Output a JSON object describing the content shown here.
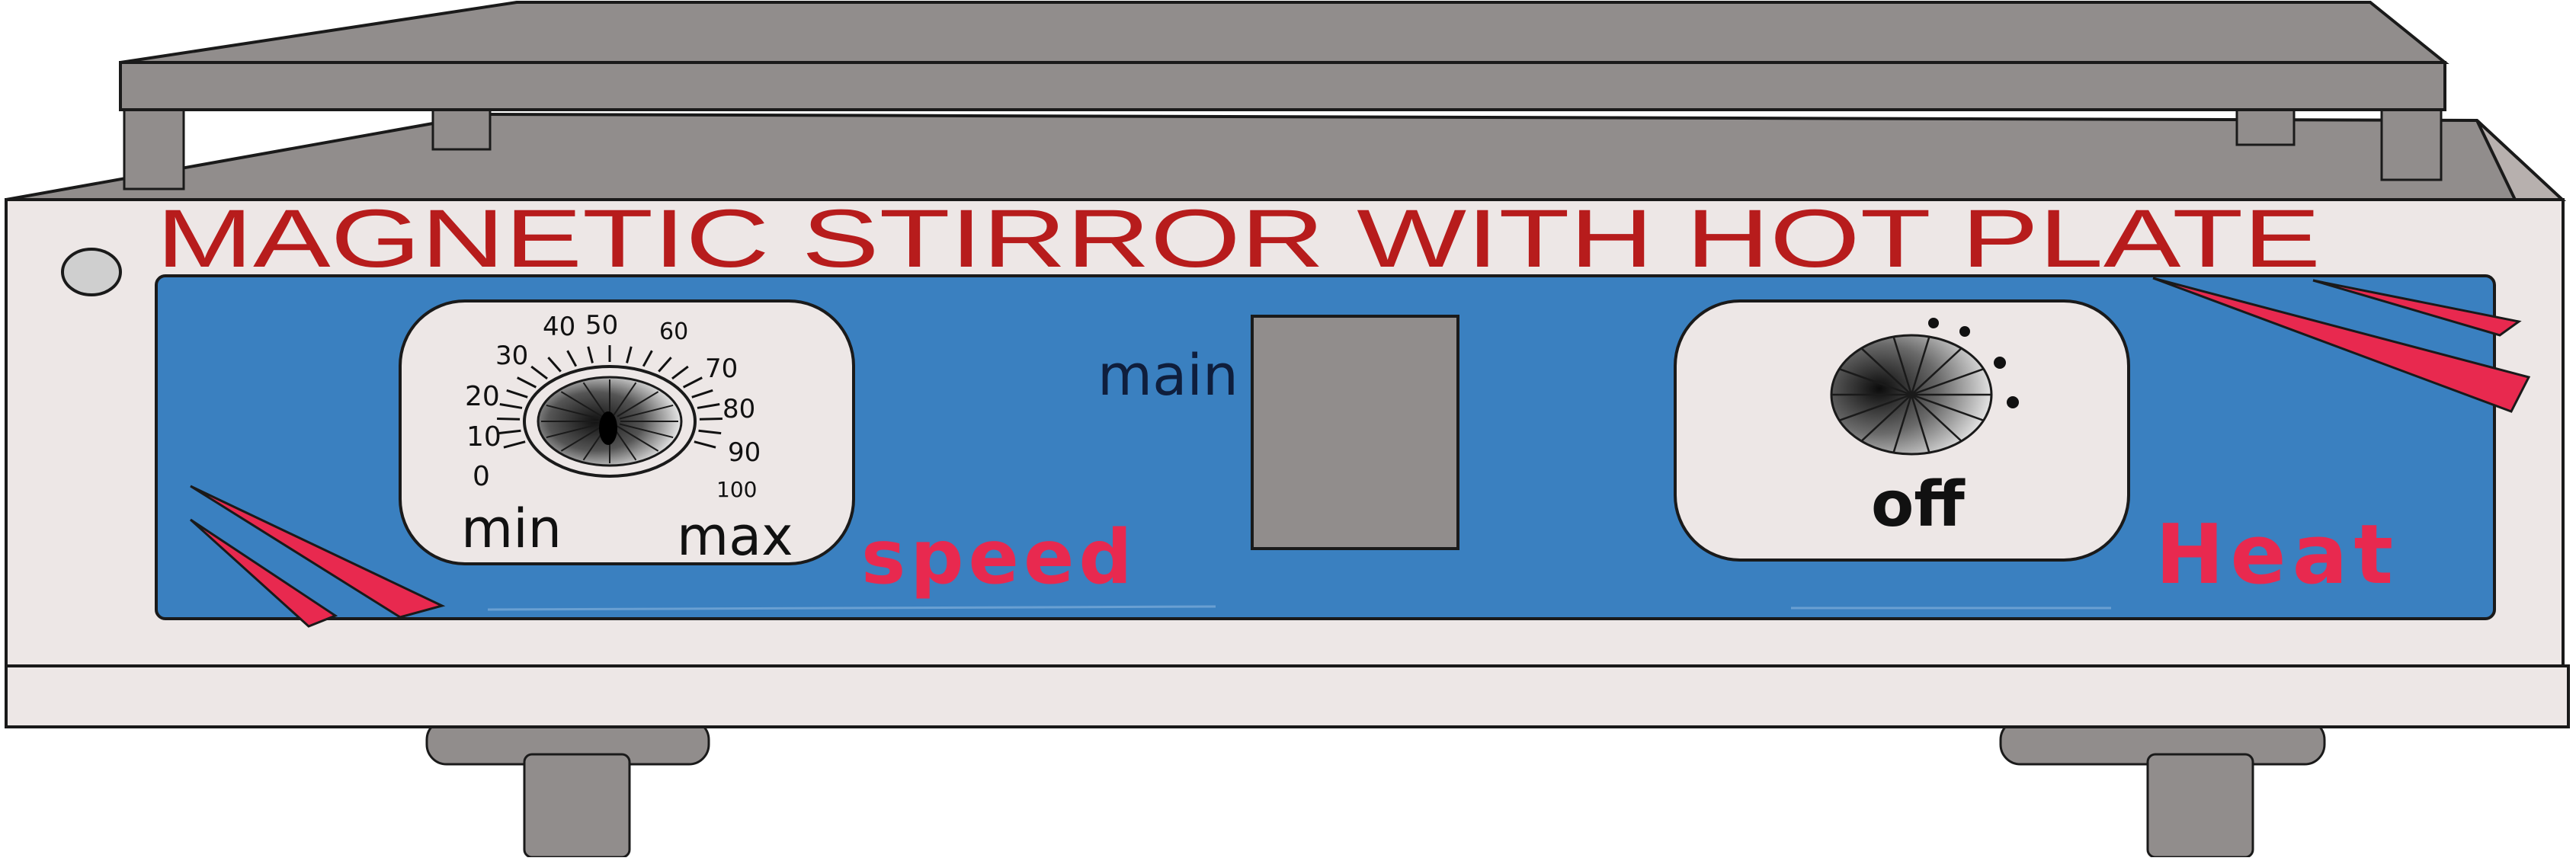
{
  "device": {
    "title": "MAGNETIC STIRROR  WITH HOT PLATE",
    "speed_label": "speed",
    "heat_label": "Heat",
    "main_label": "main",
    "speed_dial": {
      "min_label": "min",
      "max_label": "max",
      "scale": [
        "0",
        "10",
        "20",
        "30",
        "40",
        "50",
        "60",
        "70",
        "80",
        "90",
        "100"
      ]
    },
    "heat_dial": {
      "state_label": "off"
    }
  },
  "colors": {
    "panel_blue": "#3a80c0",
    "title_red": "#b71c1c",
    "accent_pink": "#e8294f",
    "body_light": "#ede7e6",
    "plate_gray": "#918d8c"
  }
}
